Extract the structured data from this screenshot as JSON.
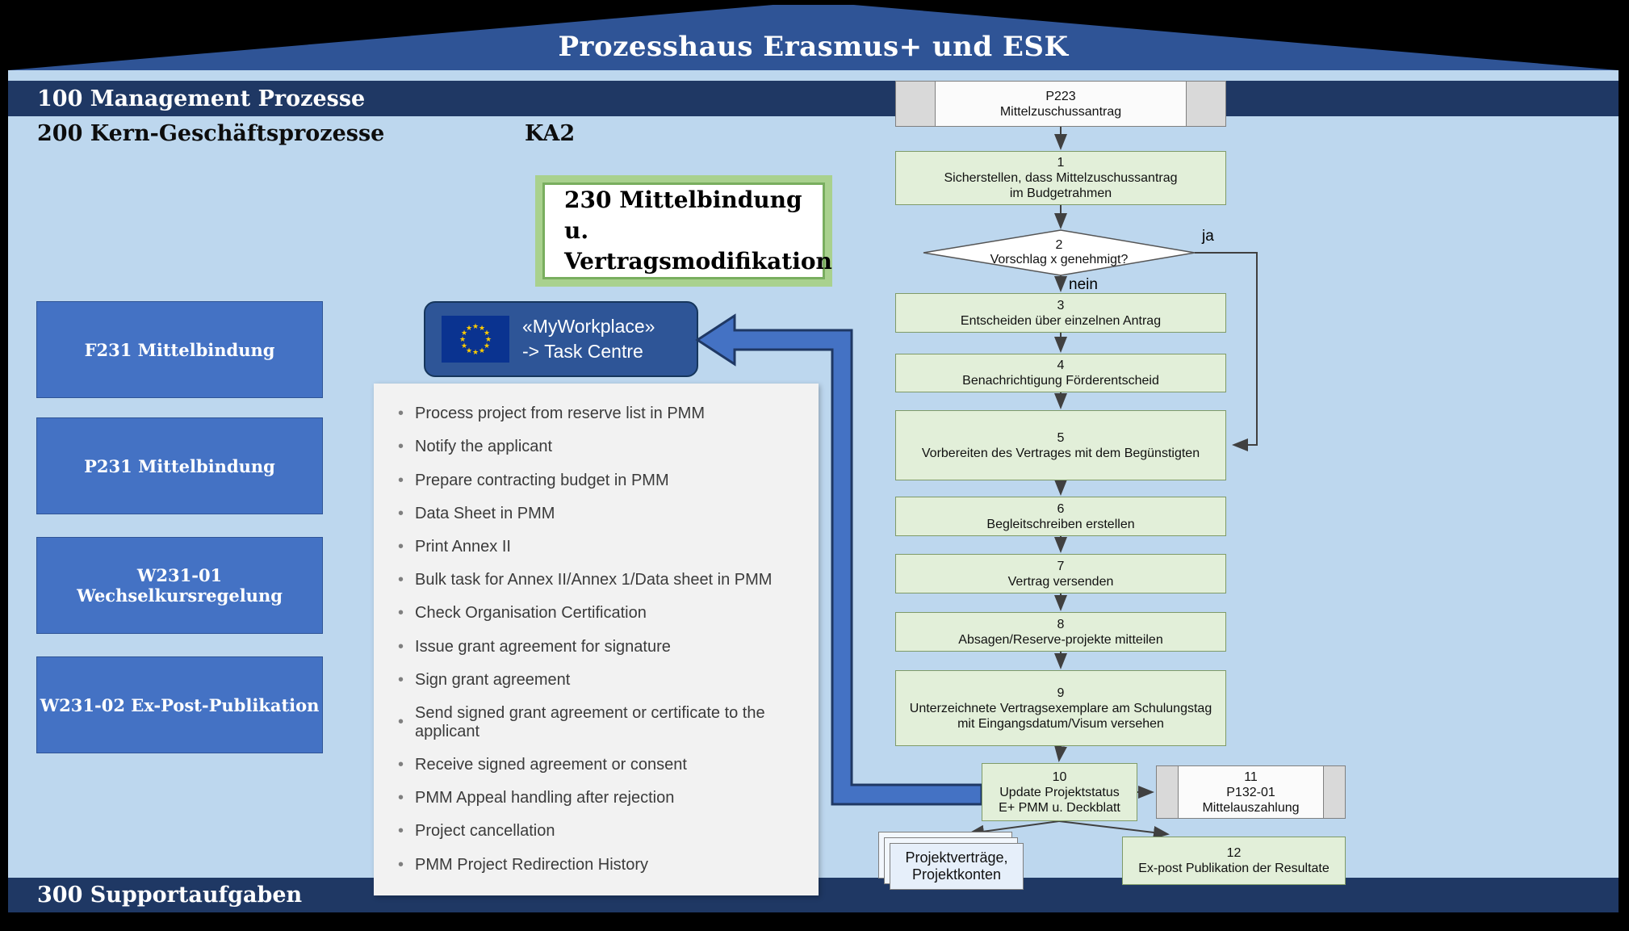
{
  "title": "Prozesshaus Erasmus+ und ESK",
  "bands": {
    "management": "100 Management Prozesse",
    "core": "200 Kern-Geschäftsprozesse",
    "ka2": "KA2",
    "support": "300 Supportaufgaben"
  },
  "highlight": {
    "line1": "230 Mittelbindung u.",
    "line2": "Vertragsmodifikation"
  },
  "sidebar": {
    "items": [
      "F231 Mittelbindung",
      "P231 Mittelbindung",
      "W231-01 Wechselkursregelung",
      "W231-02 Ex-Post-Publikation"
    ]
  },
  "workplace": {
    "line1": "«MyWorkplace»",
    "line2": "-> Task Centre",
    "icon": "eu-flag-icon"
  },
  "tasks": {
    "items": [
      "Process project from reserve list in PMM",
      "Notify the applicant",
      "Prepare contracting budget in PMM",
      "Data Sheet in PMM",
      "Print Annex II",
      "Bulk task for Annex II/Annex 1/Data sheet in PMM",
      "Check Organisation Certification",
      "Issue grant agreement for signature",
      "Sign grant agreement",
      "Send signed grant agreement or certificate to the applicant",
      "Receive signed agreement or consent",
      "PMM Appeal handling after rejection",
      "Project cancellation",
      "PMM Project Redirection History"
    ]
  },
  "flow": {
    "p223": [
      "P223",
      "Mittelzuschussantrag"
    ],
    "n1": [
      "1",
      "Sicherstellen, dass Mittelzuschussantrag",
      "im Budgetrahmen"
    ],
    "n2": [
      "2",
      "Vorschlag x genehmigt?"
    ],
    "n3": [
      "3",
      "Entscheiden über einzelnen Antrag"
    ],
    "n4": [
      "4",
      "Benachrichtigung Förderentscheid"
    ],
    "n5": [
      "5",
      "Vorbereiten des Vertrages mit dem Begünstigten"
    ],
    "n6": [
      "6",
      "Begleitschreiben erstellen"
    ],
    "n7": [
      "7",
      "Vertrag versenden"
    ],
    "n8": [
      "8",
      "Absagen/Reserve-projekte mitteilen"
    ],
    "n9": [
      "9",
      "Unterzeichnete Vertragsexemplare am Schulungstag",
      "mit Eingangsdatum/Visum versehen"
    ],
    "n10": [
      "10",
      "Update Projektstatus",
      "E+ PMM u. Deckblatt"
    ],
    "n11": [
      "11",
      "P132-01",
      "Mittelauszahlung"
    ],
    "n12": [
      "12",
      "Ex-post Publikation der Resultate"
    ],
    "yes_label": "ja",
    "no_label": "nein"
  },
  "docs": {
    "line1": "Projektverträge,",
    "line2": "Projektkonten"
  },
  "colors": {
    "roof_blue": "#2F5496",
    "band_navy": "#1F3864",
    "body_light_blue": "#BDD7EE",
    "box_blue": "#4472C4",
    "green_fill": "#E2EFD9",
    "green_frame": "#A9D18E",
    "arrow_blue": "#4472C4",
    "eu_flag_blue": "#0A3390",
    "eu_star_yellow": "#FFCC00"
  }
}
